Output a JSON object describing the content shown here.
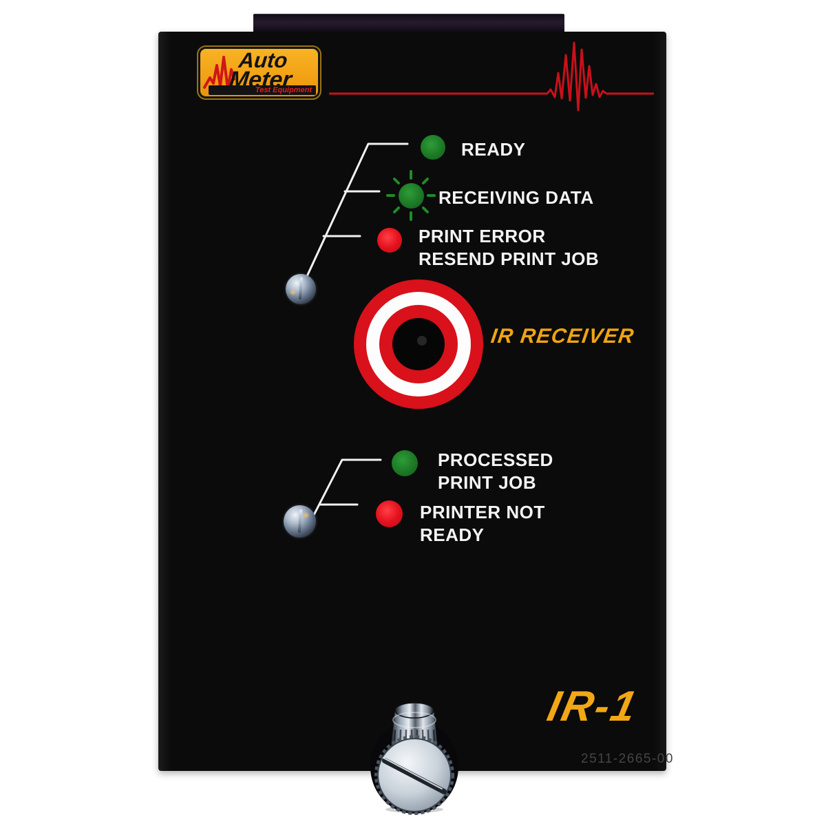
{
  "logo": {
    "line1": "Auto",
    "line2": "Meter",
    "tagline": "Test Equipment"
  },
  "leds": {
    "ready": {
      "label": "READY",
      "color": "green",
      "state": "on"
    },
    "receiving_data": {
      "label": "RECEIVING DATA",
      "color": "green",
      "state": "blinking"
    },
    "print_error": {
      "line1": "PRINT ERROR",
      "line2": "RESEND PRINT JOB",
      "color": "red"
    },
    "processed": {
      "line1": "PROCESSED",
      "line2": "PRINT JOB",
      "color": "green"
    },
    "printer_not_ready": {
      "line1": "PRINTER NOT",
      "line2": "READY",
      "color": "red"
    }
  },
  "receiver": {
    "label": "IR RECEIVER"
  },
  "model": {
    "label": "IR-1"
  },
  "part_number": {
    "label": "2511-2665-00"
  },
  "colors": {
    "panel_black": "#0b0b0b",
    "logo_orange": "#f2a114",
    "accent_yellow": "#f2a715",
    "accent_red_line": "#c8111a",
    "led_green": "#1e7d29",
    "led_red": "#e5121e",
    "target_red": "#d8111b",
    "target_white": "#fdfdfd"
  }
}
